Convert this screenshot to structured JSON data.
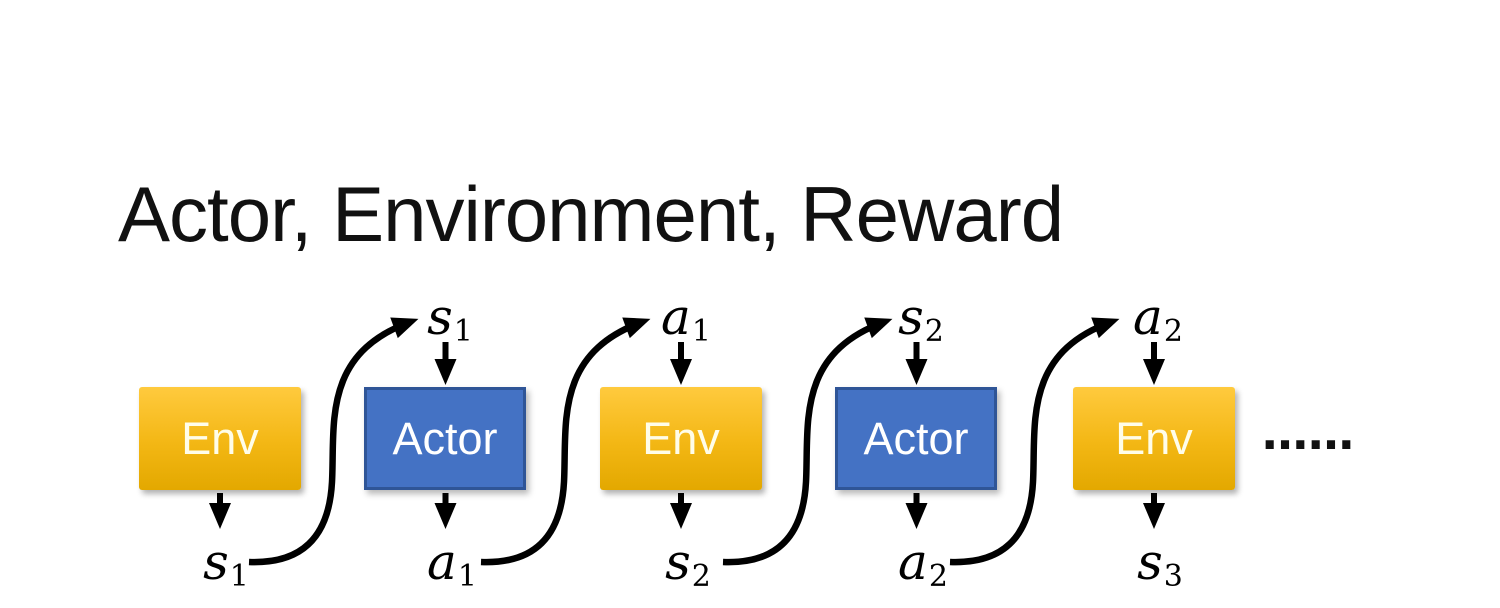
{
  "title": "Actor, Environment, Reward",
  "ellipsis": "……",
  "colors": {
    "title_text": "#111111",
    "env_grad_top": "#FFCA3E",
    "env_grad_bottom": "#E3A800",
    "env_text": "#FFFDE9",
    "actor_fill": "#4472C4",
    "actor_border": "#2F5597",
    "actor_text": "#FFFFFF",
    "arrow": "#000000"
  },
  "sequence": {
    "nodes": [
      {
        "type": "env",
        "label": "Env",
        "output_base": "s",
        "output_sub": "1"
      },
      {
        "type": "actor",
        "label": "Actor",
        "input_base": "s",
        "input_sub": "1",
        "output_base": "a",
        "output_sub": "1"
      },
      {
        "type": "env",
        "label": "Env",
        "input_base": "a",
        "input_sub": "1",
        "output_base": "s",
        "output_sub": "2"
      },
      {
        "type": "actor",
        "label": "Actor",
        "input_base": "s",
        "input_sub": "2",
        "output_base": "a",
        "output_sub": "2"
      },
      {
        "type": "env",
        "label": "Env",
        "input_base": "a",
        "input_sub": "2",
        "output_base": "s",
        "output_sub": "3"
      }
    ]
  }
}
